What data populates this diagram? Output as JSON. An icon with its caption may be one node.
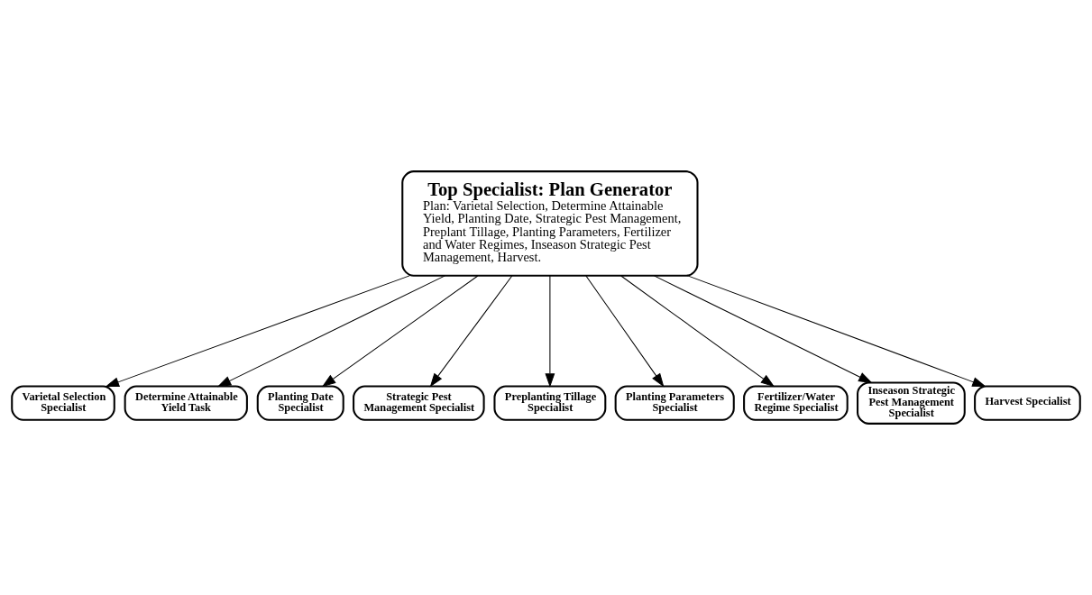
{
  "diagram": {
    "nodes": [
      {
        "text": [
          "Top Specialist: Plan Generator",
          "Plan: Varietal Selection, Determine Attainable Yield, Planting Date, Strategic Pest Management, Preplant Tillage, Planting Parameters, Fertilizer and Water Regimes, Inseason Strategic Pest Management, Harvest."
        ]
      },
      {
        "text": [
          "Varietal Selection Specialist"
        ]
      },
      {
        "text": [
          "Determine Attainable Yield Task"
        ]
      },
      {
        "text": [
          "Planting Date Specialist"
        ]
      },
      {
        "text": [
          "Strategic Pest Management Specialist"
        ]
      },
      {
        "text": [
          "Preplanting Tillage Specialist"
        ]
      },
      {
        "text": [
          "Planting Parameters Specialist"
        ]
      },
      {
        "text": [
          "Fertilizer/Water Regime Specialist"
        ]
      },
      {
        "text": [
          "Inseason Strategic Pest Management Specialist"
        ]
      },
      {
        "text": [
          "Harvest Specialist"
        ]
      }
    ],
    "edges": [
      {
        "from": 0,
        "to": 1,
        "arrow": "to"
      },
      {
        "from": 0,
        "to": 2,
        "arrow": "to"
      },
      {
        "from": 0,
        "to": 3,
        "arrow": "to"
      },
      {
        "from": 0,
        "to": 4,
        "arrow": "to"
      },
      {
        "from": 0,
        "to": 5,
        "arrow": "to"
      },
      {
        "from": 0,
        "to": 6,
        "arrow": "to"
      },
      {
        "from": 0,
        "to": 7,
        "arrow": "to"
      },
      {
        "from": 0,
        "to": 8,
        "arrow": "to"
      },
      {
        "from": 0,
        "to": 9,
        "arrow": "to"
      }
    ]
  }
}
